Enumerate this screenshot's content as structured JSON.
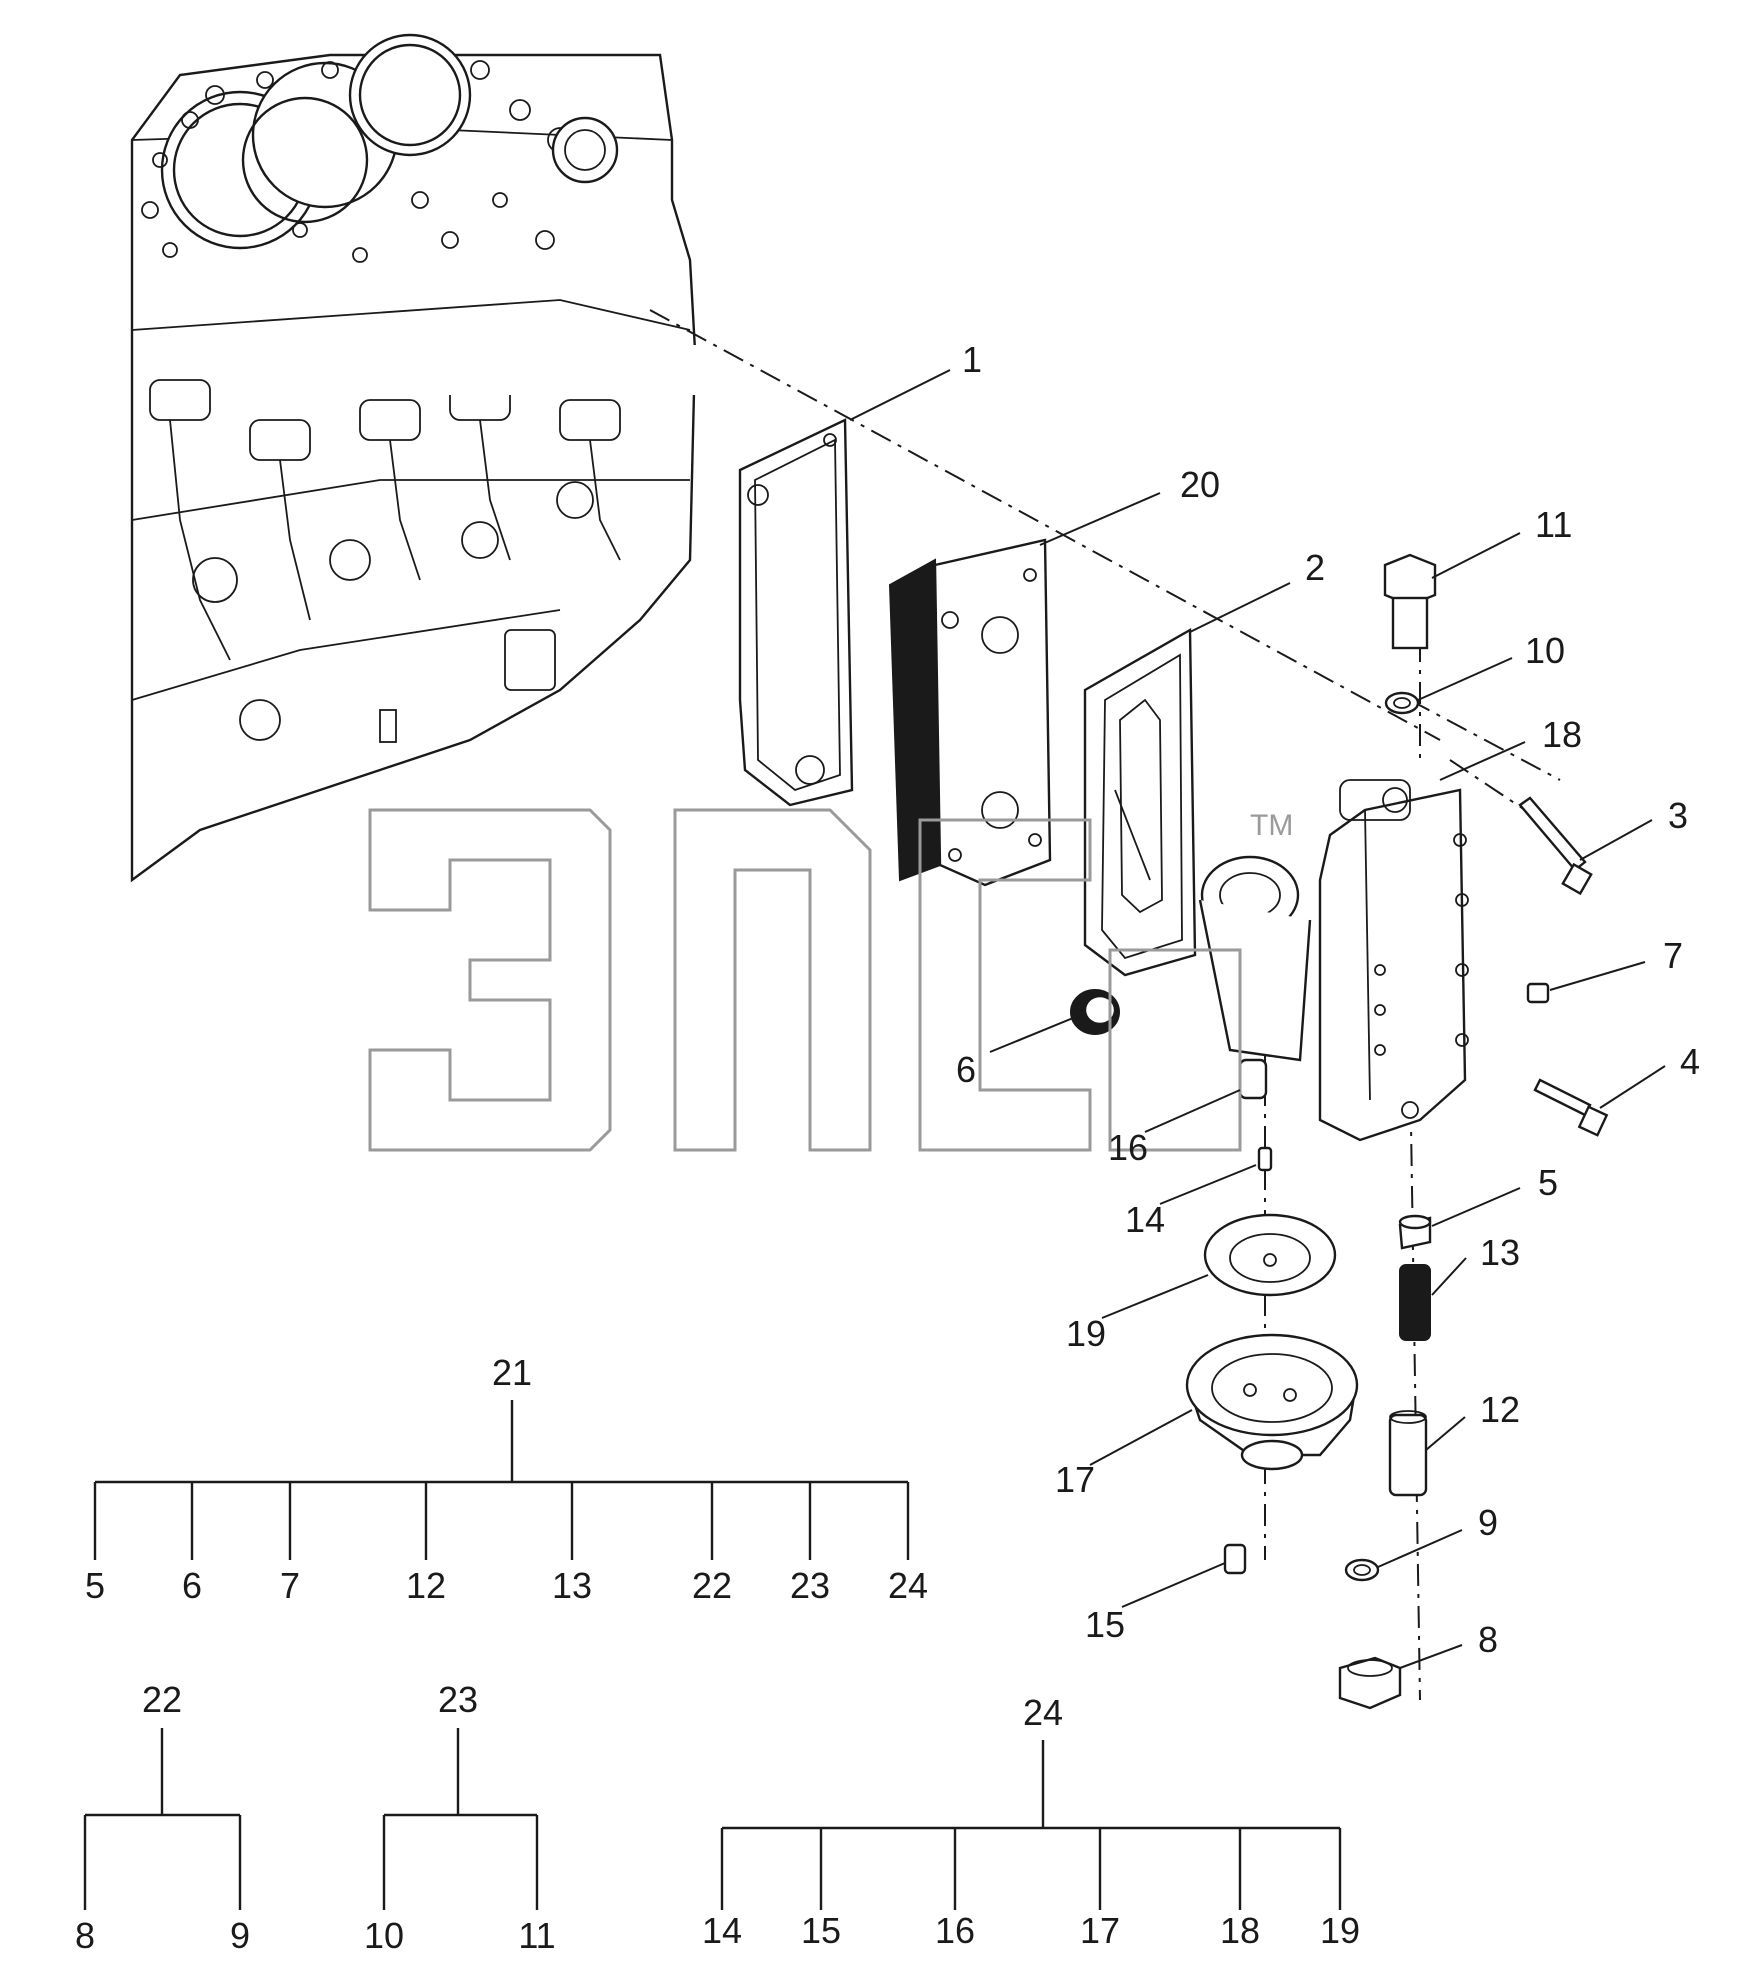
{
  "callouts": [
    {
      "id": "1",
      "label": "1"
    },
    {
      "id": "20",
      "label": "20"
    },
    {
      "id": "2",
      "label": "2"
    },
    {
      "id": "11",
      "label": "11"
    },
    {
      "id": "10",
      "label": "10"
    },
    {
      "id": "18",
      "label": "18"
    },
    {
      "id": "3",
      "label": "3"
    },
    {
      "id": "7",
      "label": "7"
    },
    {
      "id": "4",
      "label": "4"
    },
    {
      "id": "6",
      "label": "6"
    },
    {
      "id": "16",
      "label": "16"
    },
    {
      "id": "5",
      "label": "5"
    },
    {
      "id": "14",
      "label": "14"
    },
    {
      "id": "13",
      "label": "13"
    },
    {
      "id": "19",
      "label": "19"
    },
    {
      "id": "12",
      "label": "12"
    },
    {
      "id": "17",
      "label": "17"
    },
    {
      "id": "9",
      "label": "9"
    },
    {
      "id": "15",
      "label": "15"
    },
    {
      "id": "8",
      "label": "8"
    }
  ],
  "assemblies": [
    {
      "parent": "21",
      "children": [
        "5",
        "6",
        "7",
        "12",
        "13",
        "22",
        "23",
        "24"
      ]
    },
    {
      "parent": "22",
      "children": [
        "8",
        "9"
      ]
    },
    {
      "parent": "23",
      "children": [
        "10",
        "11"
      ]
    },
    {
      "parent": "24",
      "children": [
        "14",
        "15",
        "16",
        "17",
        "18",
        "19"
      ]
    }
  ],
  "watermark": {
    "trademark": "TM"
  }
}
